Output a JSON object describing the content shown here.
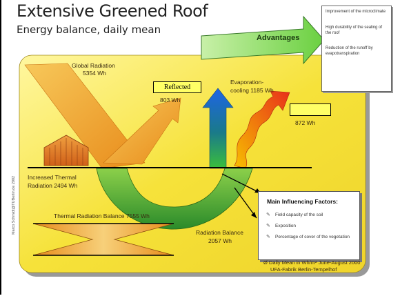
{
  "title": "Extensive Greened Roof",
  "subtitle": "Energy balance, daily mean",
  "advantages": {
    "label": "Advantages",
    "items": [
      "Improvement of the microclimate",
      "High durability of the sealing of the roof",
      "Reduction of the runoff by evapotranspiration"
    ]
  },
  "labels": {
    "global_radiation": "Global Radiation",
    "global_radiation_value": "5354 Wh",
    "reflected": "Reflected",
    "reflected_value": "803 Wh",
    "evaporation": "Evaporation-",
    "evaporation_value": "cooling 1185 Wh",
    "heat_value": "872 Wh",
    "increased_thermal": "Increased Thermal",
    "increased_thermal_value": "Radiation 2494 Wh",
    "thermal_balance": "Thermal Radiation Balance 7555 Wh",
    "radiation_balance": "Radiation Balance",
    "radiation_balance_value": "2057 Wh"
  },
  "influencing": {
    "heading": "Main Influencing Factors:",
    "items": [
      "Field capacity of the soil",
      "Exposition",
      "Percentage of cover of the vegetation"
    ]
  },
  "footer": {
    "line1": "Ø Daily Mean in Wh/m² June-August 2000",
    "line2": "UFA-Fabrik Berlin-Tempelhof"
  },
  "credit": "Marco Schmidt@TUBerlin.de 2002",
  "colors": {
    "panel": "#f7e640",
    "orange": "#f0a020",
    "green": "#3a9a2a",
    "arrow_green": "#7cd860"
  }
}
